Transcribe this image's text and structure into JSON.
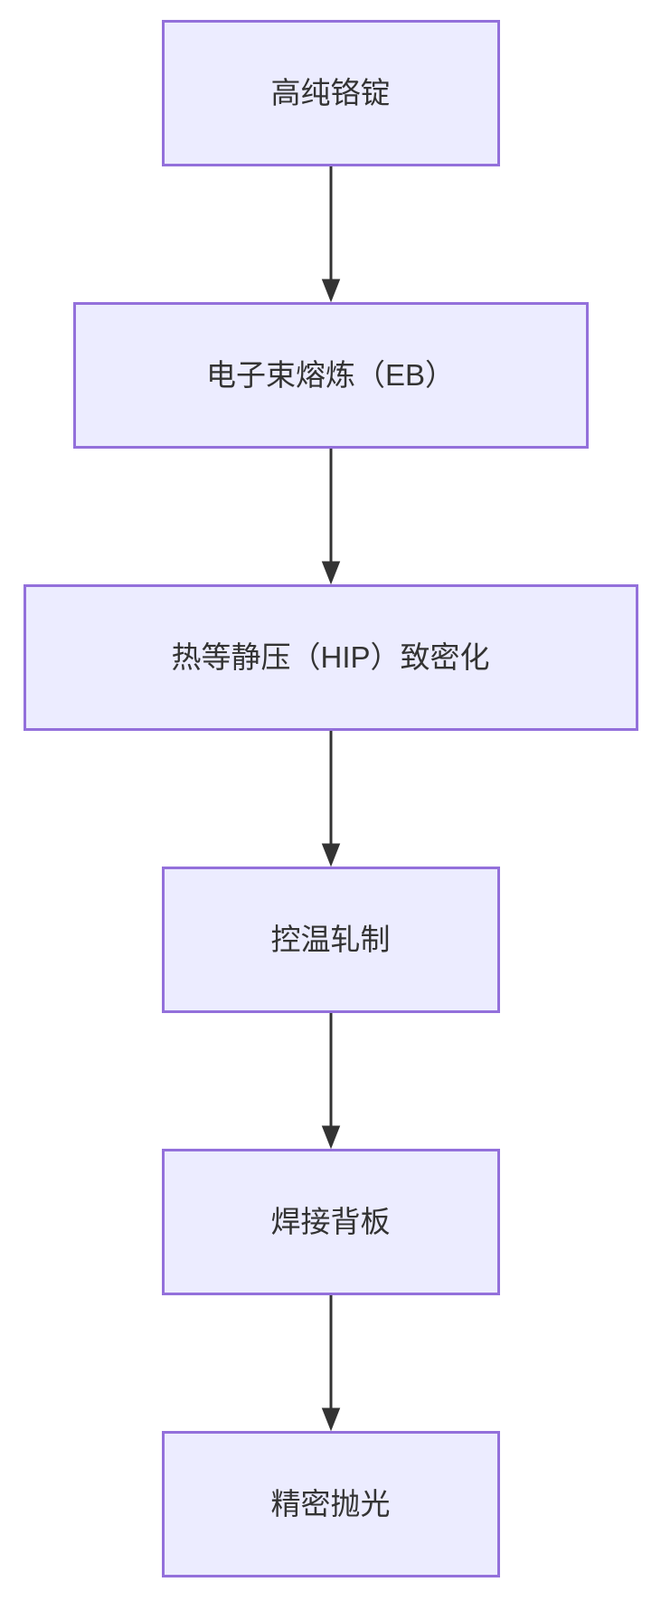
{
  "diagram": {
    "type": "flowchart",
    "direction": "top-down",
    "background": "#FFFFFF",
    "colors": {
      "node_fill": "#ECECFF",
      "node_border": "#9370DB",
      "arrow": "#333333",
      "text": "#333333"
    },
    "nodes": [
      {
        "id": "A",
        "label": "高纯铬锭"
      },
      {
        "id": "B",
        "label": "电子束熔炼（EB）"
      },
      {
        "id": "C",
        "label": "热等静压（HIP）致密化"
      },
      {
        "id": "D",
        "label": "控温轧制"
      },
      {
        "id": "E",
        "label": "焊接背板"
      },
      {
        "id": "F",
        "label": "精密抛光"
      }
    ],
    "edges": [
      {
        "from": "A",
        "to": "B",
        "label": ""
      },
      {
        "from": "B",
        "to": "C",
        "label": ""
      },
      {
        "from": "C",
        "to": "D",
        "label": ""
      },
      {
        "from": "D",
        "to": "E",
        "label": ""
      },
      {
        "from": "E",
        "to": "F",
        "label": ""
      }
    ]
  }
}
